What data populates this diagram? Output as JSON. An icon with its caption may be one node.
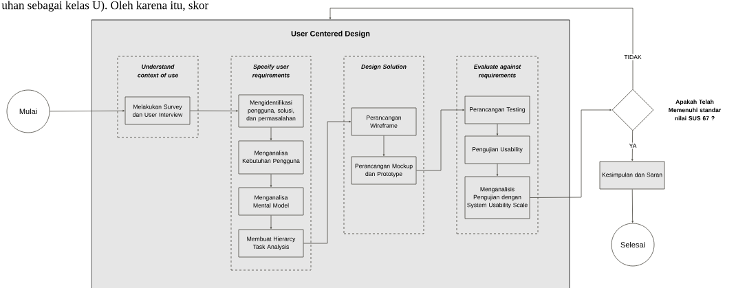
{
  "diagram": {
    "nodes": [
      {
        "text": [
          "Mulai"
        ]
      },
      {
        "text": [
          "User Centered Design"
        ]
      },
      {
        "text": [
          "Understand context of use"
        ],
        "in": 1
      },
      {
        "text": [
          "Melakukan Survey dan User Interview"
        ],
        "in": 2
      },
      {
        "text": [
          "Specify user requirements"
        ],
        "in": 1
      },
      {
        "text": [
          "Mengidentifikasi pengguna, solusi, dan permasalahan"
        ],
        "in": 4
      },
      {
        "text": [
          "Menganalisa Kebutuhan Pengguna"
        ],
        "in": 4
      },
      {
        "text": [
          "Menganalisa Mental Model"
        ],
        "in": 4
      },
      {
        "text": [
          "Membuat Hierarcy Task Analysis"
        ],
        "in": 4
      },
      {
        "text": [
          "Design Solution"
        ],
        "in": 1
      },
      {
        "text": [
          "Perancangan Wireframe"
        ],
        "in": 9
      },
      {
        "text": [
          "Perancangan Mockup dan Prototype"
        ],
        "in": 9
      },
      {
        "text": [
          "Evaluate against requirements"
        ],
        "in": 1
      },
      {
        "text": [
          "Perancangan Testing"
        ],
        "in": 12
      },
      {
        "text": [
          "Pengujian Usability"
        ],
        "in": 12
      },
      {
        "text": [
          "Menganalisis Pengujian dengan System Usability Scale"
        ],
        "in": 12
      },
      {
        "text": [],
        "shape": "diamond",
        "beside": [
          "Apakah Telah Memenuhi standar nilai SUS 67 ?"
        ]
      },
      {
        "text": [
          "Kesimpulan dan Saran"
        ]
      },
      {
        "text": [
          "Selesai"
        ]
      }
    ],
    "edges": [
      {
        "from": 0,
        "to": 3,
        "arrow": "to"
      },
      {
        "from": 3,
        "to": 5,
        "arrow": "to"
      },
      {
        "from": 5,
        "to": 6,
        "arrow": "to"
      },
      {
        "from": 6,
        "to": 7,
        "arrow": "to"
      },
      {
        "from": 7,
        "to": 8,
        "arrow": "to"
      },
      {
        "from": 8,
        "to": 10,
        "arrow": "to"
      },
      {
        "from": 10,
        "to": 11,
        "arrow": "to"
      },
      {
        "from": 11,
        "to": 13,
        "arrow": "to"
      },
      {
        "from": 13,
        "to": 14,
        "arrow": "to"
      },
      {
        "from": 14,
        "to": 15,
        "arrow": "to"
      },
      {
        "from": 15,
        "to": 16,
        "arrow": "to"
      },
      {
        "from": 16,
        "to": 1,
        "arrow": "to",
        "label": "TIDAK"
      },
      {
        "from": 16,
        "to": 17,
        "arrow": "to",
        "label": "YA"
      },
      {
        "from": 17,
        "to": 18,
        "arrow": "to"
      }
    ],
    "labels": [
      "uhan sebagai kelas U). Oleh karena itu, skor"
    ]
  }
}
